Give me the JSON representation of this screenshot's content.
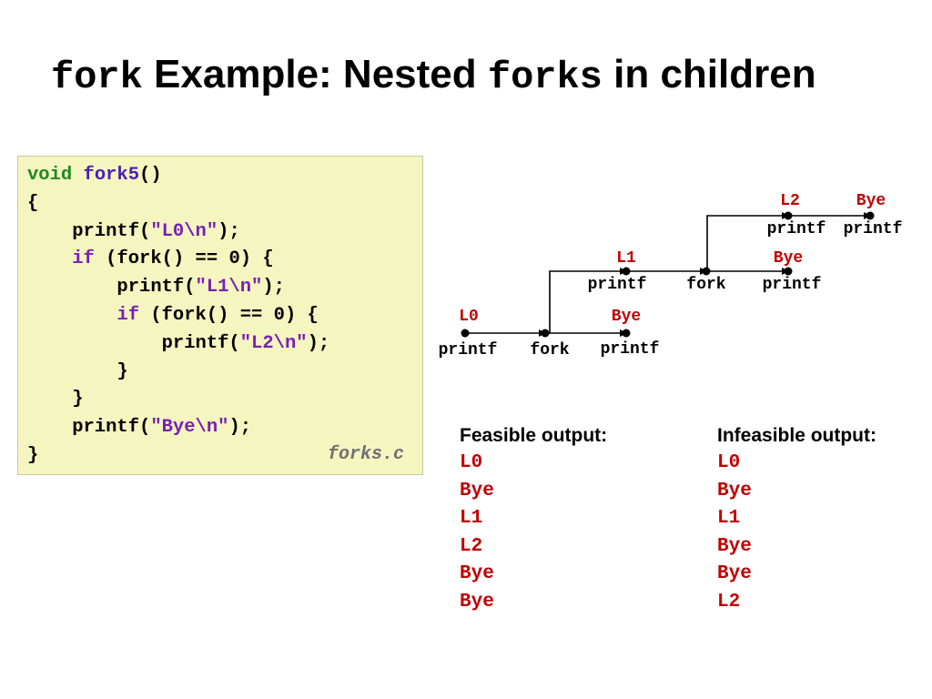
{
  "title": {
    "part1": "fork",
    "part2": " Example: Nested ",
    "part3": "forks",
    "part4": " in children"
  },
  "code": {
    "lines": [
      [
        {
          "t": "void ",
          "c": "kw-green"
        },
        {
          "t": "fork5",
          "c": "kw-fn"
        },
        {
          "t": "()",
          "c": ""
        }
      ],
      [
        {
          "t": "{",
          "c": ""
        }
      ],
      [
        {
          "t": "    printf(",
          "c": ""
        },
        {
          "t": "\"L0\\n\"",
          "c": "str"
        },
        {
          "t": ");",
          "c": ""
        }
      ],
      [
        {
          "t": "    ",
          "c": ""
        },
        {
          "t": "if",
          "c": "kw-purple"
        },
        {
          "t": " (fork() == 0) {",
          "c": ""
        }
      ],
      [
        {
          "t": "        printf(",
          "c": ""
        },
        {
          "t": "\"L1\\n\"",
          "c": "str"
        },
        {
          "t": ");",
          "c": ""
        }
      ],
      [
        {
          "t": "        ",
          "c": ""
        },
        {
          "t": "if",
          "c": "kw-purple"
        },
        {
          "t": " (fork() == 0) {",
          "c": ""
        }
      ],
      [
        {
          "t": "            printf(",
          "c": ""
        },
        {
          "t": "\"L2\\n\"",
          "c": "str"
        },
        {
          "t": ");",
          "c": ""
        }
      ],
      [
        {
          "t": "        }",
          "c": ""
        }
      ],
      [
        {
          "t": "    }",
          "c": ""
        }
      ],
      [
        {
          "t": "    printf(",
          "c": ""
        },
        {
          "t": "\"Bye\\n\"",
          "c": "str"
        },
        {
          "t": ");",
          "c": ""
        }
      ],
      [
        {
          "t": "}",
          "c": ""
        }
      ]
    ],
    "filename": "forks.c"
  },
  "graph": {
    "colors": {
      "label": "#c00000",
      "edge": "#000000",
      "node": "#000000"
    },
    "process_labels": [
      "L0",
      "Bye",
      "L1",
      "Bye",
      "L2",
      "Bye"
    ],
    "node_labels": [
      "printf",
      "fork",
      "printf",
      "printf",
      "fork",
      "printf",
      "printf",
      "printf"
    ]
  },
  "outputs": {
    "feasible": {
      "heading": "Feasible output:",
      "lines": [
        "L0",
        "Bye",
        "L1",
        "L2",
        "Bye",
        "Bye"
      ]
    },
    "infeasible": {
      "heading": "Infeasible output:",
      "lines": [
        "L0",
        "Bye",
        "L1",
        "Bye",
        "Bye",
        "L2"
      ]
    }
  }
}
